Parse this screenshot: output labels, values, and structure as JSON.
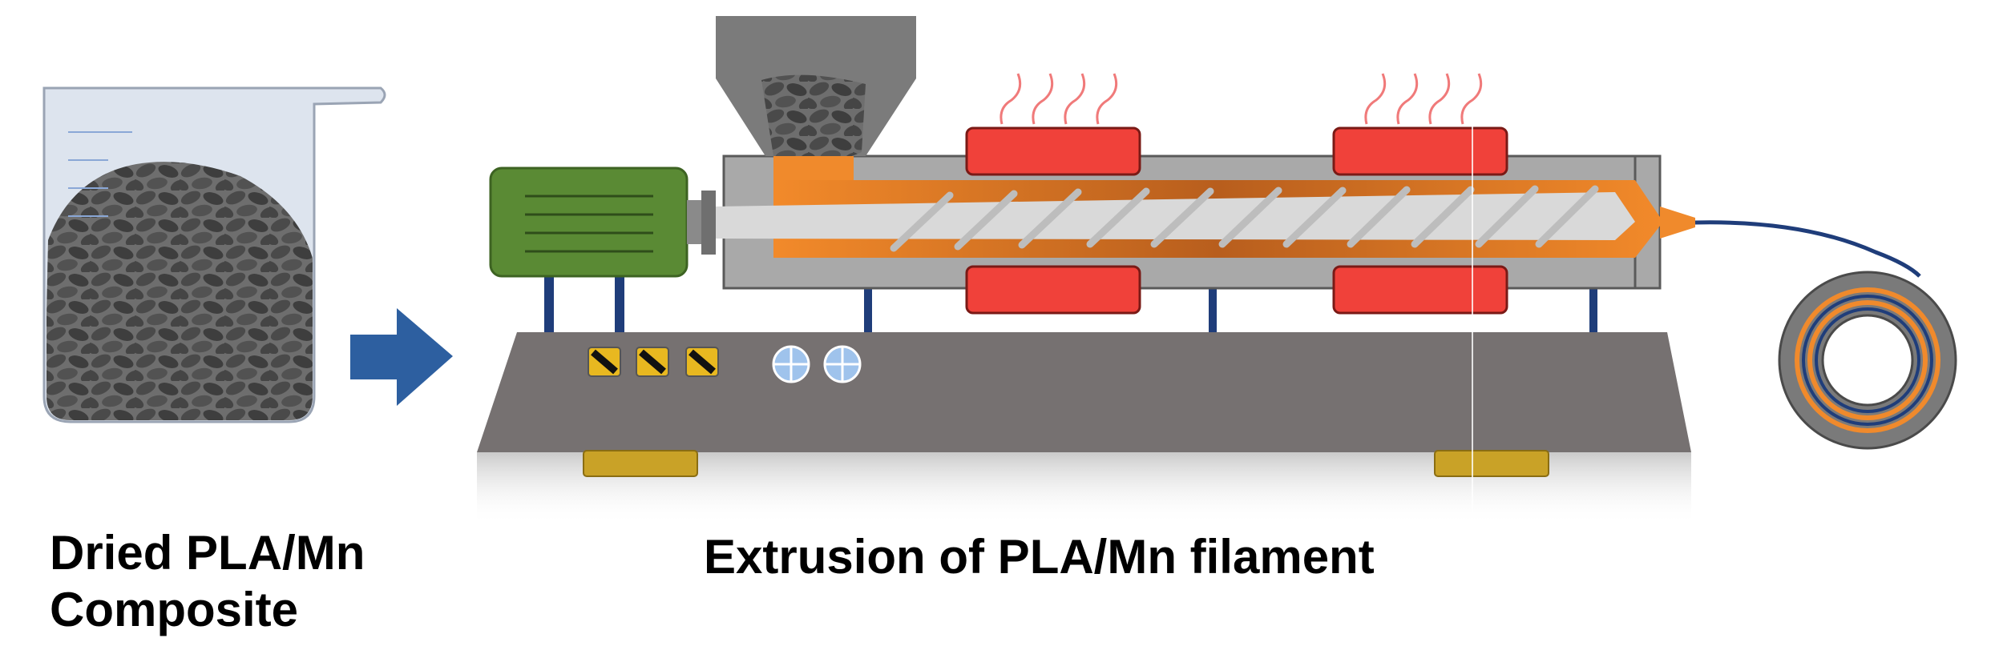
{
  "captions": {
    "dried_line1": "Dried PLA/Mn",
    "dried_line2": "Composite",
    "extrusion": "Extrusion of PLA/Mn filament"
  },
  "colors": {
    "beaker_fill": "#dde4ee",
    "pellet": "#4a4a4a",
    "arrow": "#2d5fa0",
    "motor": "#5a8a34",
    "heater": "#f0413a",
    "barrel": "#a9a9a9",
    "melt": "#f08a2c",
    "screw": "#d9d9d9",
    "base": "#767171",
    "feet": "#c9a227",
    "legs": "#1f3d7a",
    "filament_spool": "#7a7a7a"
  },
  "icons": [
    "beaker-icon",
    "right-arrow-icon",
    "hopper-icon",
    "motor-icon",
    "heater-icon",
    "screw-icon",
    "spool-icon",
    "warning-switch-icon",
    "crosshair-button-icon"
  ]
}
